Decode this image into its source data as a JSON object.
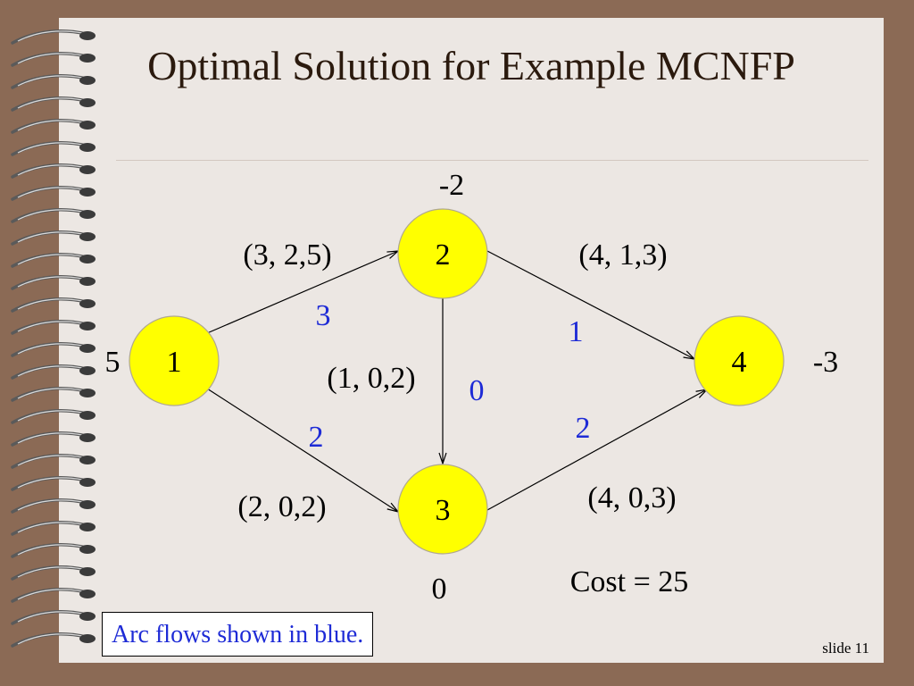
{
  "slide": {
    "title": "Optimal Solution for Example MCNFP",
    "note": "Arc flows shown in blue.",
    "cost_label": "Cost = 25",
    "slide_number": "slide 11"
  },
  "nodes": [
    {
      "id": "1",
      "label": "1",
      "supply": "5"
    },
    {
      "id": "2",
      "label": "2",
      "supply": "-2"
    },
    {
      "id": "3",
      "label": "3",
      "supply": "0"
    },
    {
      "id": "4",
      "label": "4",
      "supply": "-3"
    }
  ],
  "arcs": [
    {
      "from": "1",
      "to": "2",
      "params": "(3, 2,5)",
      "flow": "3"
    },
    {
      "from": "1",
      "to": "3",
      "params": "(2, 0,2)",
      "flow": "2"
    },
    {
      "from": "2",
      "to": "3",
      "params": "(1, 0,2)",
      "flow": "0"
    },
    {
      "from": "2",
      "to": "4",
      "params": "(4, 1,3)",
      "flow": "1"
    },
    {
      "from": "3",
      "to": "4",
      "params": "(4, 0,3)",
      "flow": "2"
    }
  ],
  "colors": {
    "node_fill": "#ffff00",
    "flow_text": "#1e2bd6",
    "background": "#8b6a55",
    "slide": "#ece7e3"
  }
}
